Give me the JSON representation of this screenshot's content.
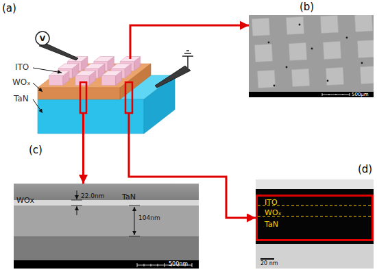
{
  "diagram": {
    "nodes": [
      {
        "text": [
          "(a)",
          "ITO",
          "WOₓ",
          "TaN",
          "V"
        ]
      },
      {
        "text": [
          "(b)",
          "500μm"
        ]
      },
      {
        "text": [
          "(c)",
          "WOx",
          "22.0nm",
          "TaN",
          "104nm",
          "500nm"
        ]
      },
      {
        "text": [
          "(d)",
          "20 nm"
        ]
      },
      {
        "text": [
          "ITO",
          "WOₓ",
          "TaN"
        ],
        "in": 3
      }
    ],
    "edges": [
      {
        "from": 0,
        "to": 1,
        "arrow": "to"
      },
      {
        "from": 0,
        "to": 2,
        "arrow": "to"
      },
      {
        "from": 0,
        "to": 4,
        "arrow": "to"
      }
    ]
  }
}
